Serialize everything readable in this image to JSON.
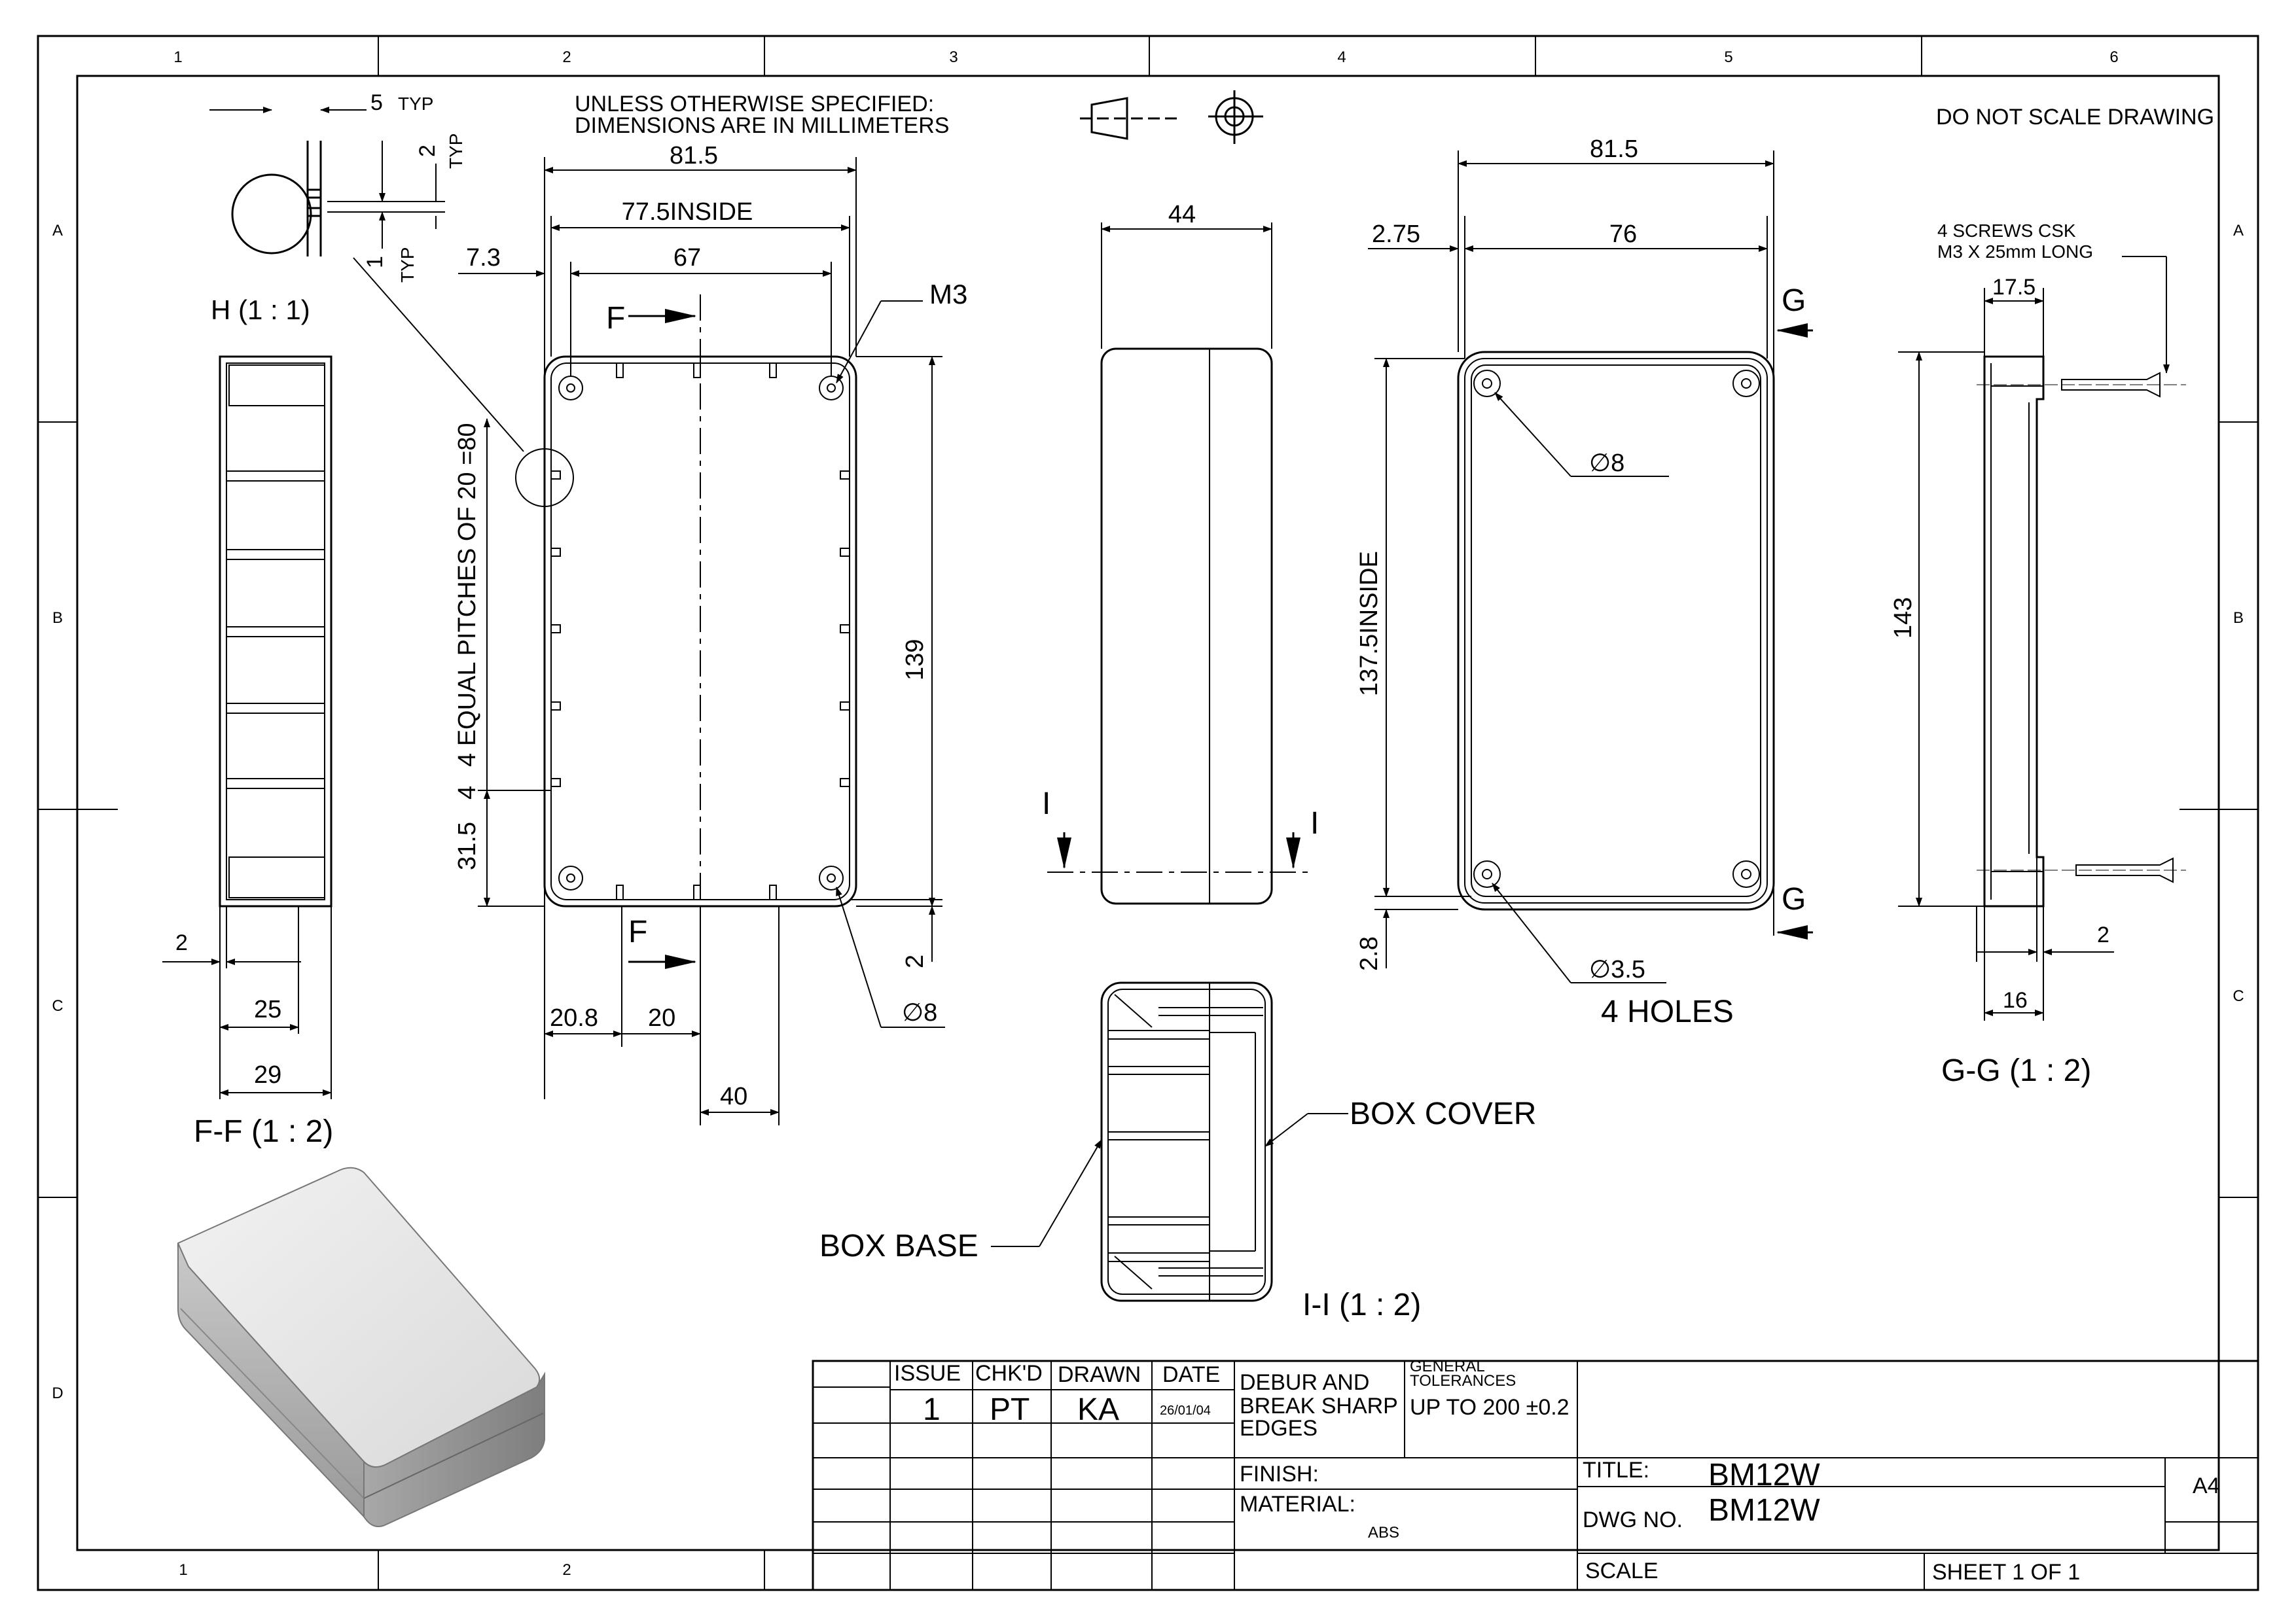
{
  "border": {
    "columns": [
      "1",
      "2",
      "3",
      "4",
      "5",
      "6"
    ],
    "rows": [
      "A",
      "B",
      "C",
      "D"
    ]
  },
  "notes": {
    "units_line1": "UNLESS OTHERWISE SPECIFIED:",
    "units_line2": "DIMENSIONS ARE IN MILLIMETERS",
    "do_not_scale": "DO NOT SCALE DRAWING",
    "screws_line1": "4 SCREWS CSK",
    "screws_line2": "M3 X 25mm LONG"
  },
  "views": {
    "detail_h": "H  (1 : 1)",
    "section_ff": "F-F  (1 : 2)",
    "section_ii": "I-I  (1 : 2)",
    "section_gg": "G-G  (1 : 2)",
    "box_cover": "BOX COVER",
    "box_base": "BOX BASE",
    "four_holes": "4 HOLES"
  },
  "dims": {
    "typ5": "5",
    "typ": "TYP",
    "typ2": "2",
    "typ1": "1",
    "d7_3": "7.3",
    "d81_5": "81.5",
    "d77_5": "77.5INSIDE",
    "d67": "67",
    "m3": "M3",
    "pitches": "4 EQUAL PITCHES OF 20 =80",
    "d31_5": "31.5",
    "d4": "4",
    "d139": "139",
    "d2": "2",
    "phi8": "∅8",
    "d20_8": "20.8",
    "d20": "20",
    "d40": "40",
    "d25": "25",
    "d29": "29",
    "d44": "44",
    "d2_75": "2.75",
    "d76": "76",
    "d137_5": "137.5INSIDE",
    "d2_8": "2.8",
    "phi3_5": "∅3.5",
    "d17_5": "17.5",
    "d143": "143",
    "d16": "16",
    "cut_f": "F",
    "cut_g": "G",
    "cut_i": "I"
  },
  "title_block": {
    "issue_label": "ISSUE",
    "chkd_label": "CHK'D",
    "drawn_label": "DRAWN",
    "date_label": "DATE",
    "issue": "1",
    "chkd": "PT",
    "drawn": "KA",
    "date": "26/01/04",
    "debur_1": "DEBUR AND",
    "debur_2": "BREAK SHARP",
    "debur_3": "EDGES",
    "general_1": "GENERAL",
    "general_2": "TOLERANCES",
    "tolerance": "UP TO 200  ±0.2",
    "finish_label": "FINISH:",
    "material_label": "MATERIAL:",
    "material": "ABS",
    "title_label": "TITLE:",
    "title": "BM12W",
    "dwg_label": "DWG NO.",
    "dwg": "BM12W",
    "size": "A4",
    "scale_label": "SCALE",
    "sheet": "SHEET 1 OF 1"
  }
}
